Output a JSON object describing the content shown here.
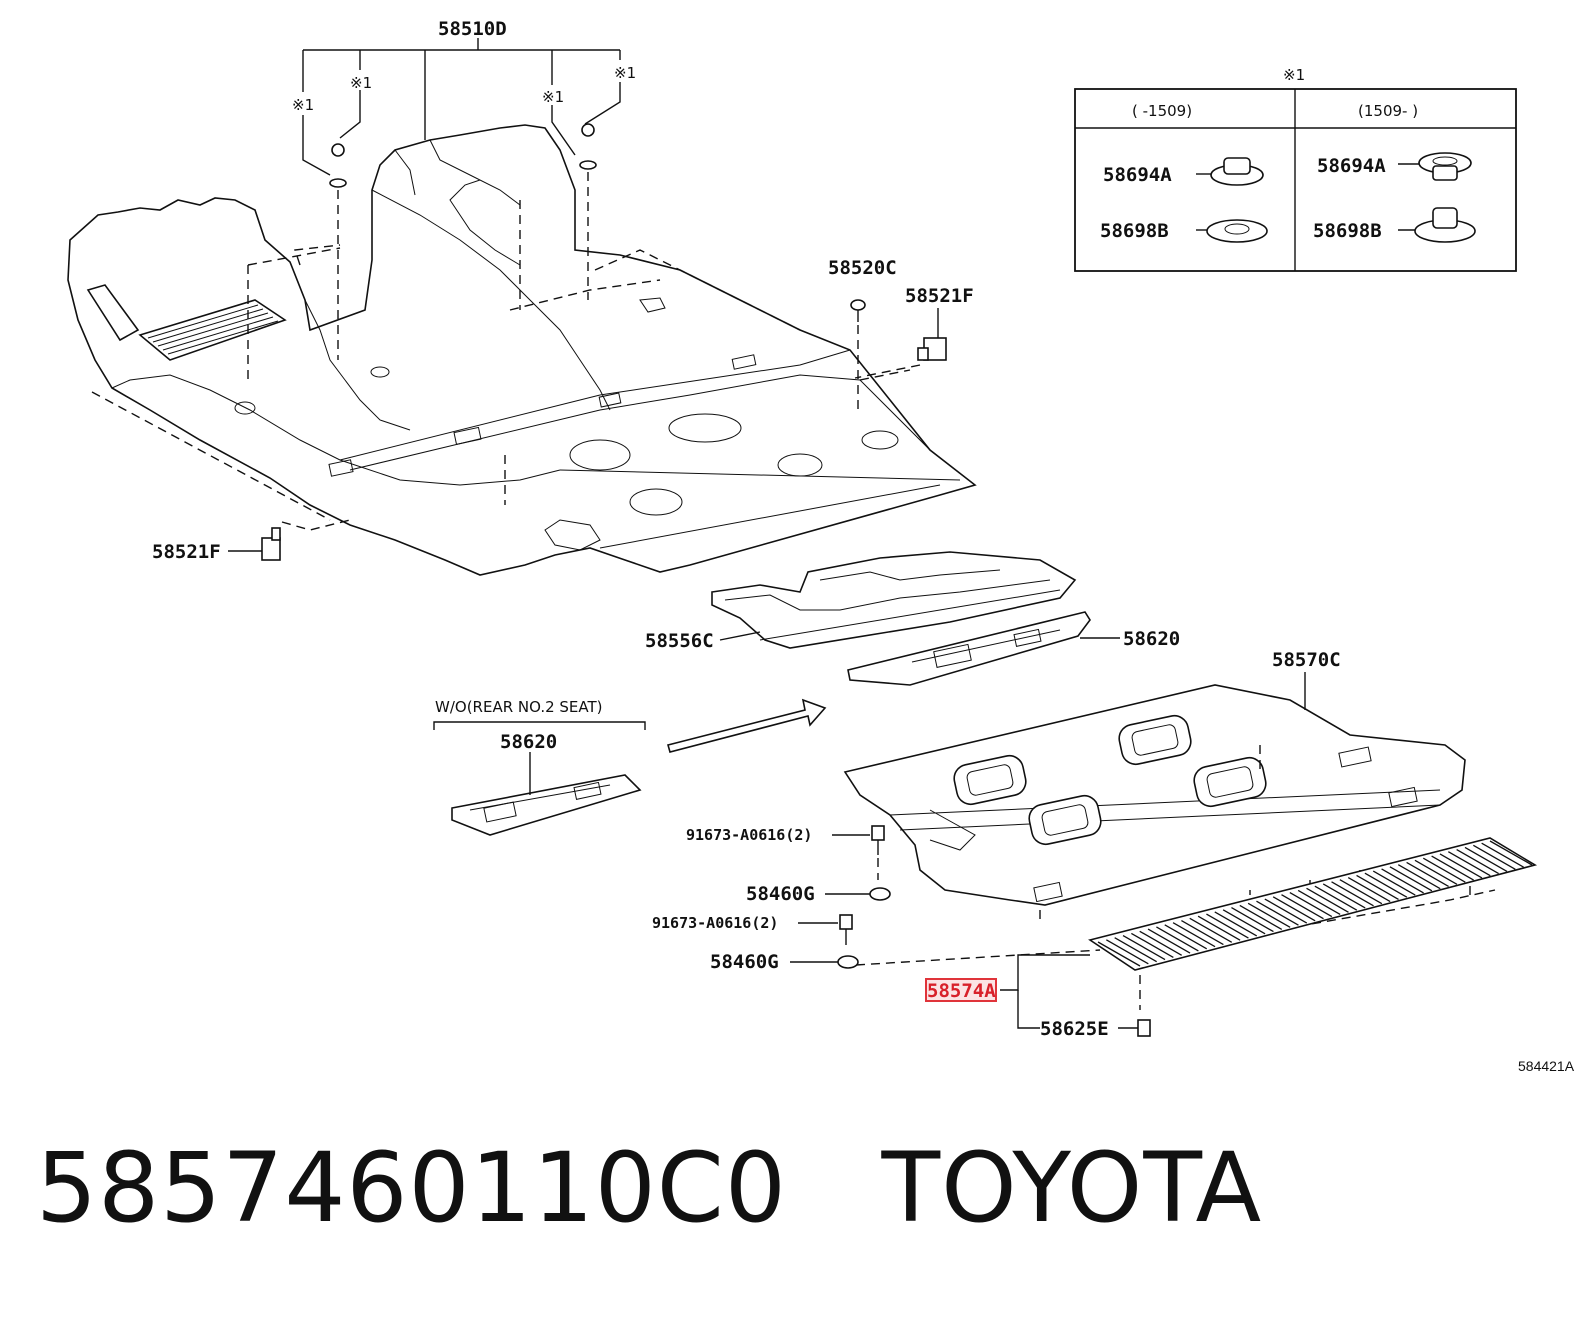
{
  "diagram": {
    "labels": {
      "l_58510D": "58510D",
      "l_note1_a": "※1",
      "l_note1_b": "※1",
      "l_note1_c": "※1",
      "l_note1_d": "※1",
      "l_58520C": "58520C",
      "l_58521F_right": "58521F",
      "l_58521F_left": "58521F",
      "l_58556C": "58556C",
      "l_58620_a": "58620",
      "l_58570C": "58570C",
      "l_wo_rear": "W/O(REAR NO.2 SEAT)",
      "l_58620_b": "58620",
      "l_91673_a": "91673-A0616(2)",
      "l_58460G_a": "58460G",
      "l_91673_b": "91673-A0616(2)",
      "l_58460G_b": "58460G",
      "l_58574A": "58574A",
      "l_58625E": "58625E"
    },
    "inset_table": {
      "note": "※1",
      "col_left": "(       -1509)",
      "col_right": "(1509-       )",
      "row1_left": "58694A",
      "row2_left": "58698B",
      "row1_right": "58694A",
      "row2_right": "58698B"
    },
    "highlight_color": "#e0343a",
    "figure_code": "584421A"
  },
  "footer": {
    "part_number": "5857460110C0",
    "brand": "TOYOTA"
  }
}
